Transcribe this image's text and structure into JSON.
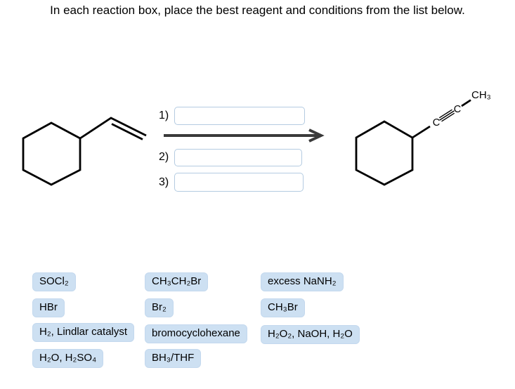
{
  "title": "In each reaction box, place the best reagent and conditions from the list below.",
  "reaction": {
    "step_labels": [
      "1)",
      "2)",
      "3)"
    ],
    "step_inputs": [
      "",
      "",
      ""
    ],
    "product_labels": {
      "c1": "C",
      "c2": "C",
      "methyl": "CH₃"
    }
  },
  "reagents": [
    {
      "label": "SOCl₂"
    },
    {
      "label": "HBr"
    },
    {
      "label": "H₂, Lindlar catalyst"
    },
    {
      "label": "H₂O, H₂SO₄"
    },
    {
      "label": "CH₃CH₂Br"
    },
    {
      "label": "Br₂"
    },
    {
      "label": "bromocyclohexane"
    },
    {
      "label": "BH₃/THF"
    },
    {
      "label": "excess NaNH₂"
    },
    {
      "label": "CH₃Br"
    },
    {
      "label": "H₂O₂, NaOH, H₂O"
    }
  ],
  "colors": {
    "chip_background": "#cde0f2",
    "chip_border": "#c3d8ee",
    "input_border": "#b4cbe1",
    "arrow": "#3a3a3a",
    "structure": "#000000"
  }
}
